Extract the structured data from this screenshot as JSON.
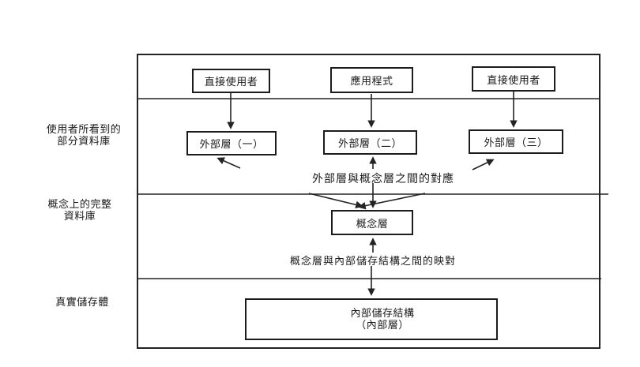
{
  "colors": {
    "line": "#232323",
    "text": "#1a1a1a",
    "background": "#ffffff"
  },
  "left_labels": {
    "user_view_line1": "使用者所看到的",
    "user_view_line2": "部分資料庫",
    "conceptual_line1": "概念上的完整",
    "conceptual_line2": "資料庫",
    "storage": "真實儲存體"
  },
  "boxes": {
    "user_left": "直接使用者",
    "application": "應用程式",
    "user_right": "直接使用者",
    "external1": "外部層（一）",
    "external2": "外部層（二）",
    "external3": "外部層（三）",
    "conceptual": "概念層",
    "internal_line1": "內部儲存結構",
    "internal_line2": "（內部層）"
  },
  "annotations": {
    "external_conceptual": "外部層與概念層之間的對應",
    "conceptual_internal": "概念層與內部儲存結構之間的映對"
  }
}
